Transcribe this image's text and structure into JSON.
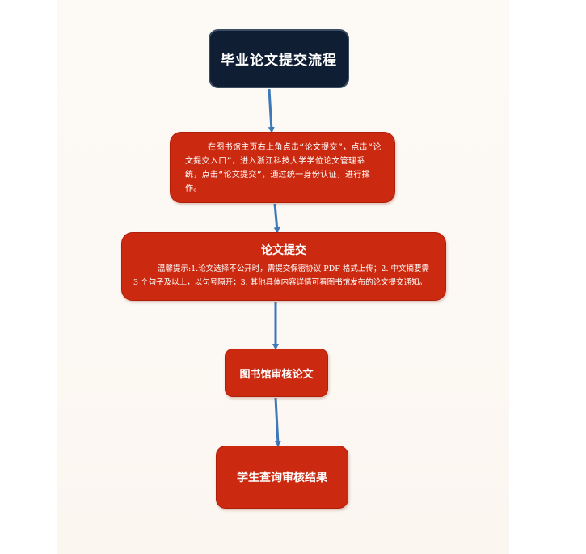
{
  "flowchart": {
    "title": "毕业论文提交流程",
    "steps": [
      {
        "id": "entry",
        "text": "在图书馆主页右上角点击“论文提交”，点击“论文提交入口”，进入浙江科技大学学位论文管理系统，点击“论文提交”，通过统一身份认证，进行操作。"
      },
      {
        "id": "submit",
        "heading": "论文提交",
        "text": "温馨提示:1.论文选择不公开时，需提交保密协议 PDF 格式上传；2. 中文摘要需 3 个句子及以上，以句号隔开；3. 其他具体内容详情可看图书馆发布的论文提交通知。"
      },
      {
        "id": "review",
        "text": "图书馆审核论文"
      },
      {
        "id": "result",
        "text": "学生查询审核结果"
      }
    ],
    "colors": {
      "title_box": "#0f1e33",
      "step_box": "#cc2a10",
      "arrow": "#3d78b8",
      "text": "#ffffff"
    }
  }
}
